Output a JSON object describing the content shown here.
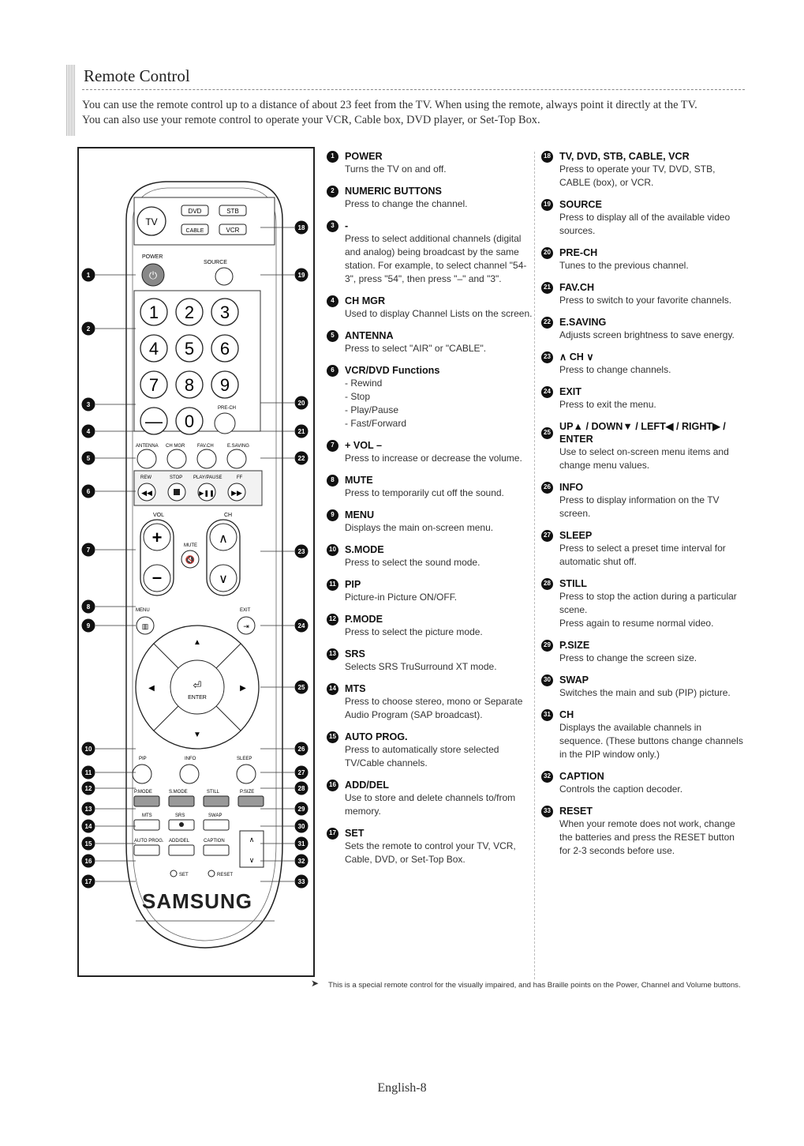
{
  "page": {
    "title": "Remote Control",
    "intro": "You can use the remote control up to a distance of about 23 feet from the TV. When using the remote, always point it directly at the TV.\nYou can also use your remote control to operate your VCR, Cable box, DVD player, or Set-Top Box.",
    "note": "This is a special remote control for the visually impaired, and has Braille points on the Power, Channel and Volume buttons.",
    "footer": "English-8"
  },
  "remote": {
    "brand": "SAMSUNG",
    "labels": {
      "tv": "TV",
      "dvd": "DVD",
      "stb": "STB",
      "cable": "CABLE",
      "vcr": "VCR",
      "power": "POWER",
      "source": "SOURCE",
      "digits": [
        "1",
        "2",
        "3",
        "4",
        "5",
        "6",
        "7",
        "8",
        "9",
        "0"
      ],
      "dash": "—",
      "pre_ch": "PRE-CH",
      "antenna": "ANTENNA",
      "ch_mgr": "CH MGR",
      "fav_ch": "FAV.CH",
      "e_saving": "E.SAVING",
      "rew": "REW",
      "stop": "STOP",
      "play_pause": "PLAY/PAUSE",
      "ff": "FF",
      "vol": "VOL",
      "ch": "CH",
      "mute": "MUTE",
      "menu": "MENU",
      "exit": "EXIT",
      "enter": "ENTER",
      "pip": "PIP",
      "info": "INFO",
      "sleep": "SLEEP",
      "p_mode": "P.MODE",
      "s_mode": "S.MODE",
      "still": "STILL",
      "p_size": "P.SIZE",
      "mts": "MTS",
      "srs": "SRS",
      "swap": "SWAP",
      "auto_prog": "AUTO PROG.",
      "add_del": "ADD/DEL",
      "caption": "CAPTION",
      "set": "SET",
      "reset": "RESET"
    },
    "callouts_left": [
      "1",
      "2",
      "3",
      "4",
      "5",
      "6",
      "7",
      "8",
      "9",
      "10",
      "11",
      "12",
      "13",
      "14",
      "15",
      "16",
      "17"
    ],
    "callouts_right": [
      "18",
      "19",
      "20",
      "21",
      "22",
      "23",
      "24",
      "25",
      "26",
      "27",
      "28",
      "29",
      "30",
      "31",
      "32",
      "33"
    ]
  },
  "entries": [
    {
      "num": "1",
      "title": "POWER",
      "desc": "Turns the TV on and off."
    },
    {
      "num": "2",
      "title": "NUMERIC BUTTONS",
      "desc": "Press to change the channel."
    },
    {
      "num": "3",
      "title": "-",
      "desc": "Press to select additional channels (digital and analog) being broadcast by the same station. For example, to select channel \"54-3\", press \"54\", then press \"–\" and \"3\"."
    },
    {
      "num": "4",
      "title": "CH MGR",
      "desc": "Used to display Channel Lists on the screen."
    },
    {
      "num": "5",
      "title": "ANTENNA",
      "desc": "Press to select \"AIR\" or \"CABLE\"."
    },
    {
      "num": "6",
      "title": "VCR/DVD Functions",
      "desc": "- Rewind\n- Stop\n- Play/Pause\n- Fast/Forward"
    },
    {
      "num": "7",
      "title": "+ VOL –",
      "desc": "Press to increase or decrease the volume."
    },
    {
      "num": "8",
      "title": "MUTE",
      "desc": "Press to temporarily cut off the sound."
    },
    {
      "num": "9",
      "title": "MENU",
      "desc": "Displays the main on-screen menu."
    },
    {
      "num": "10",
      "title": "S.MODE",
      "desc": "Press to select the sound mode."
    },
    {
      "num": "11",
      "title": "PIP",
      "desc": "Picture-in Picture ON/OFF."
    },
    {
      "num": "12",
      "title": "P.MODE",
      "desc": "Press to select the picture mode."
    },
    {
      "num": "13",
      "title": "SRS",
      "desc": "Selects SRS TruSurround XT mode."
    },
    {
      "num": "14",
      "title": "MTS",
      "desc": "Press to choose stereo, mono or Separate Audio Program (SAP broadcast)."
    },
    {
      "num": "15",
      "title": "AUTO PROG.",
      "desc": "Press to automatically store selected TV/Cable channels."
    },
    {
      "num": "16",
      "title": "ADD/DEL",
      "desc": "Use to store and delete channels to/from memory."
    },
    {
      "num": "17",
      "title": "SET",
      "desc": "Sets the remote to control your TV, VCR, Cable, DVD, or Set-Top Box."
    },
    {
      "num": "18",
      "title": "TV, DVD, STB, CABLE, VCR",
      "desc": "Press to operate your TV, DVD, STB, CABLE (box), or VCR."
    },
    {
      "num": "19",
      "title": "SOURCE",
      "desc": "Press to display all of the available video sources."
    },
    {
      "num": "20",
      "title": "PRE-CH",
      "desc": "Tunes to the previous channel."
    },
    {
      "num": "21",
      "title": "FAV.CH",
      "desc": "Press to switch to your favorite channels."
    },
    {
      "num": "22",
      "title": "E.SAVING",
      "desc": "Adjusts screen brightness to save energy."
    },
    {
      "num": "23",
      "title": "∧ CH ∨",
      "desc": "Press to change channels."
    },
    {
      "num": "24",
      "title": "EXIT",
      "desc": "Press to exit the menu."
    },
    {
      "num": "25",
      "title": "UP▲ / DOWN▼ / LEFT◀ / RIGHT▶ / ENTER",
      "desc": "Use to select on-screen menu items and change menu values."
    },
    {
      "num": "26",
      "title": "INFO",
      "desc": "Press to display information on the TV screen."
    },
    {
      "num": "27",
      "title": "SLEEP",
      "desc": "Press to select a preset time interval for automatic shut off."
    },
    {
      "num": "28",
      "title": "STILL",
      "desc": "Press to stop the action during a particular scene.\nPress again to resume normal video."
    },
    {
      "num": "29",
      "title": "P.SIZE",
      "desc": "Press to change the screen size."
    },
    {
      "num": "30",
      "title": "SWAP",
      "desc": "Switches the main and sub (PIP) picture."
    },
    {
      "num": "31",
      "title": "CH",
      "desc": "Displays the available channels in sequence. (These buttons change channels in the PIP window only.)"
    },
    {
      "num": "32",
      "title": "CAPTION",
      "desc": "Controls the caption decoder."
    },
    {
      "num": "33",
      "title": "RESET",
      "desc": "When your remote does not work, change the batteries and press the RESET button for 2-3 seconds before use."
    }
  ]
}
